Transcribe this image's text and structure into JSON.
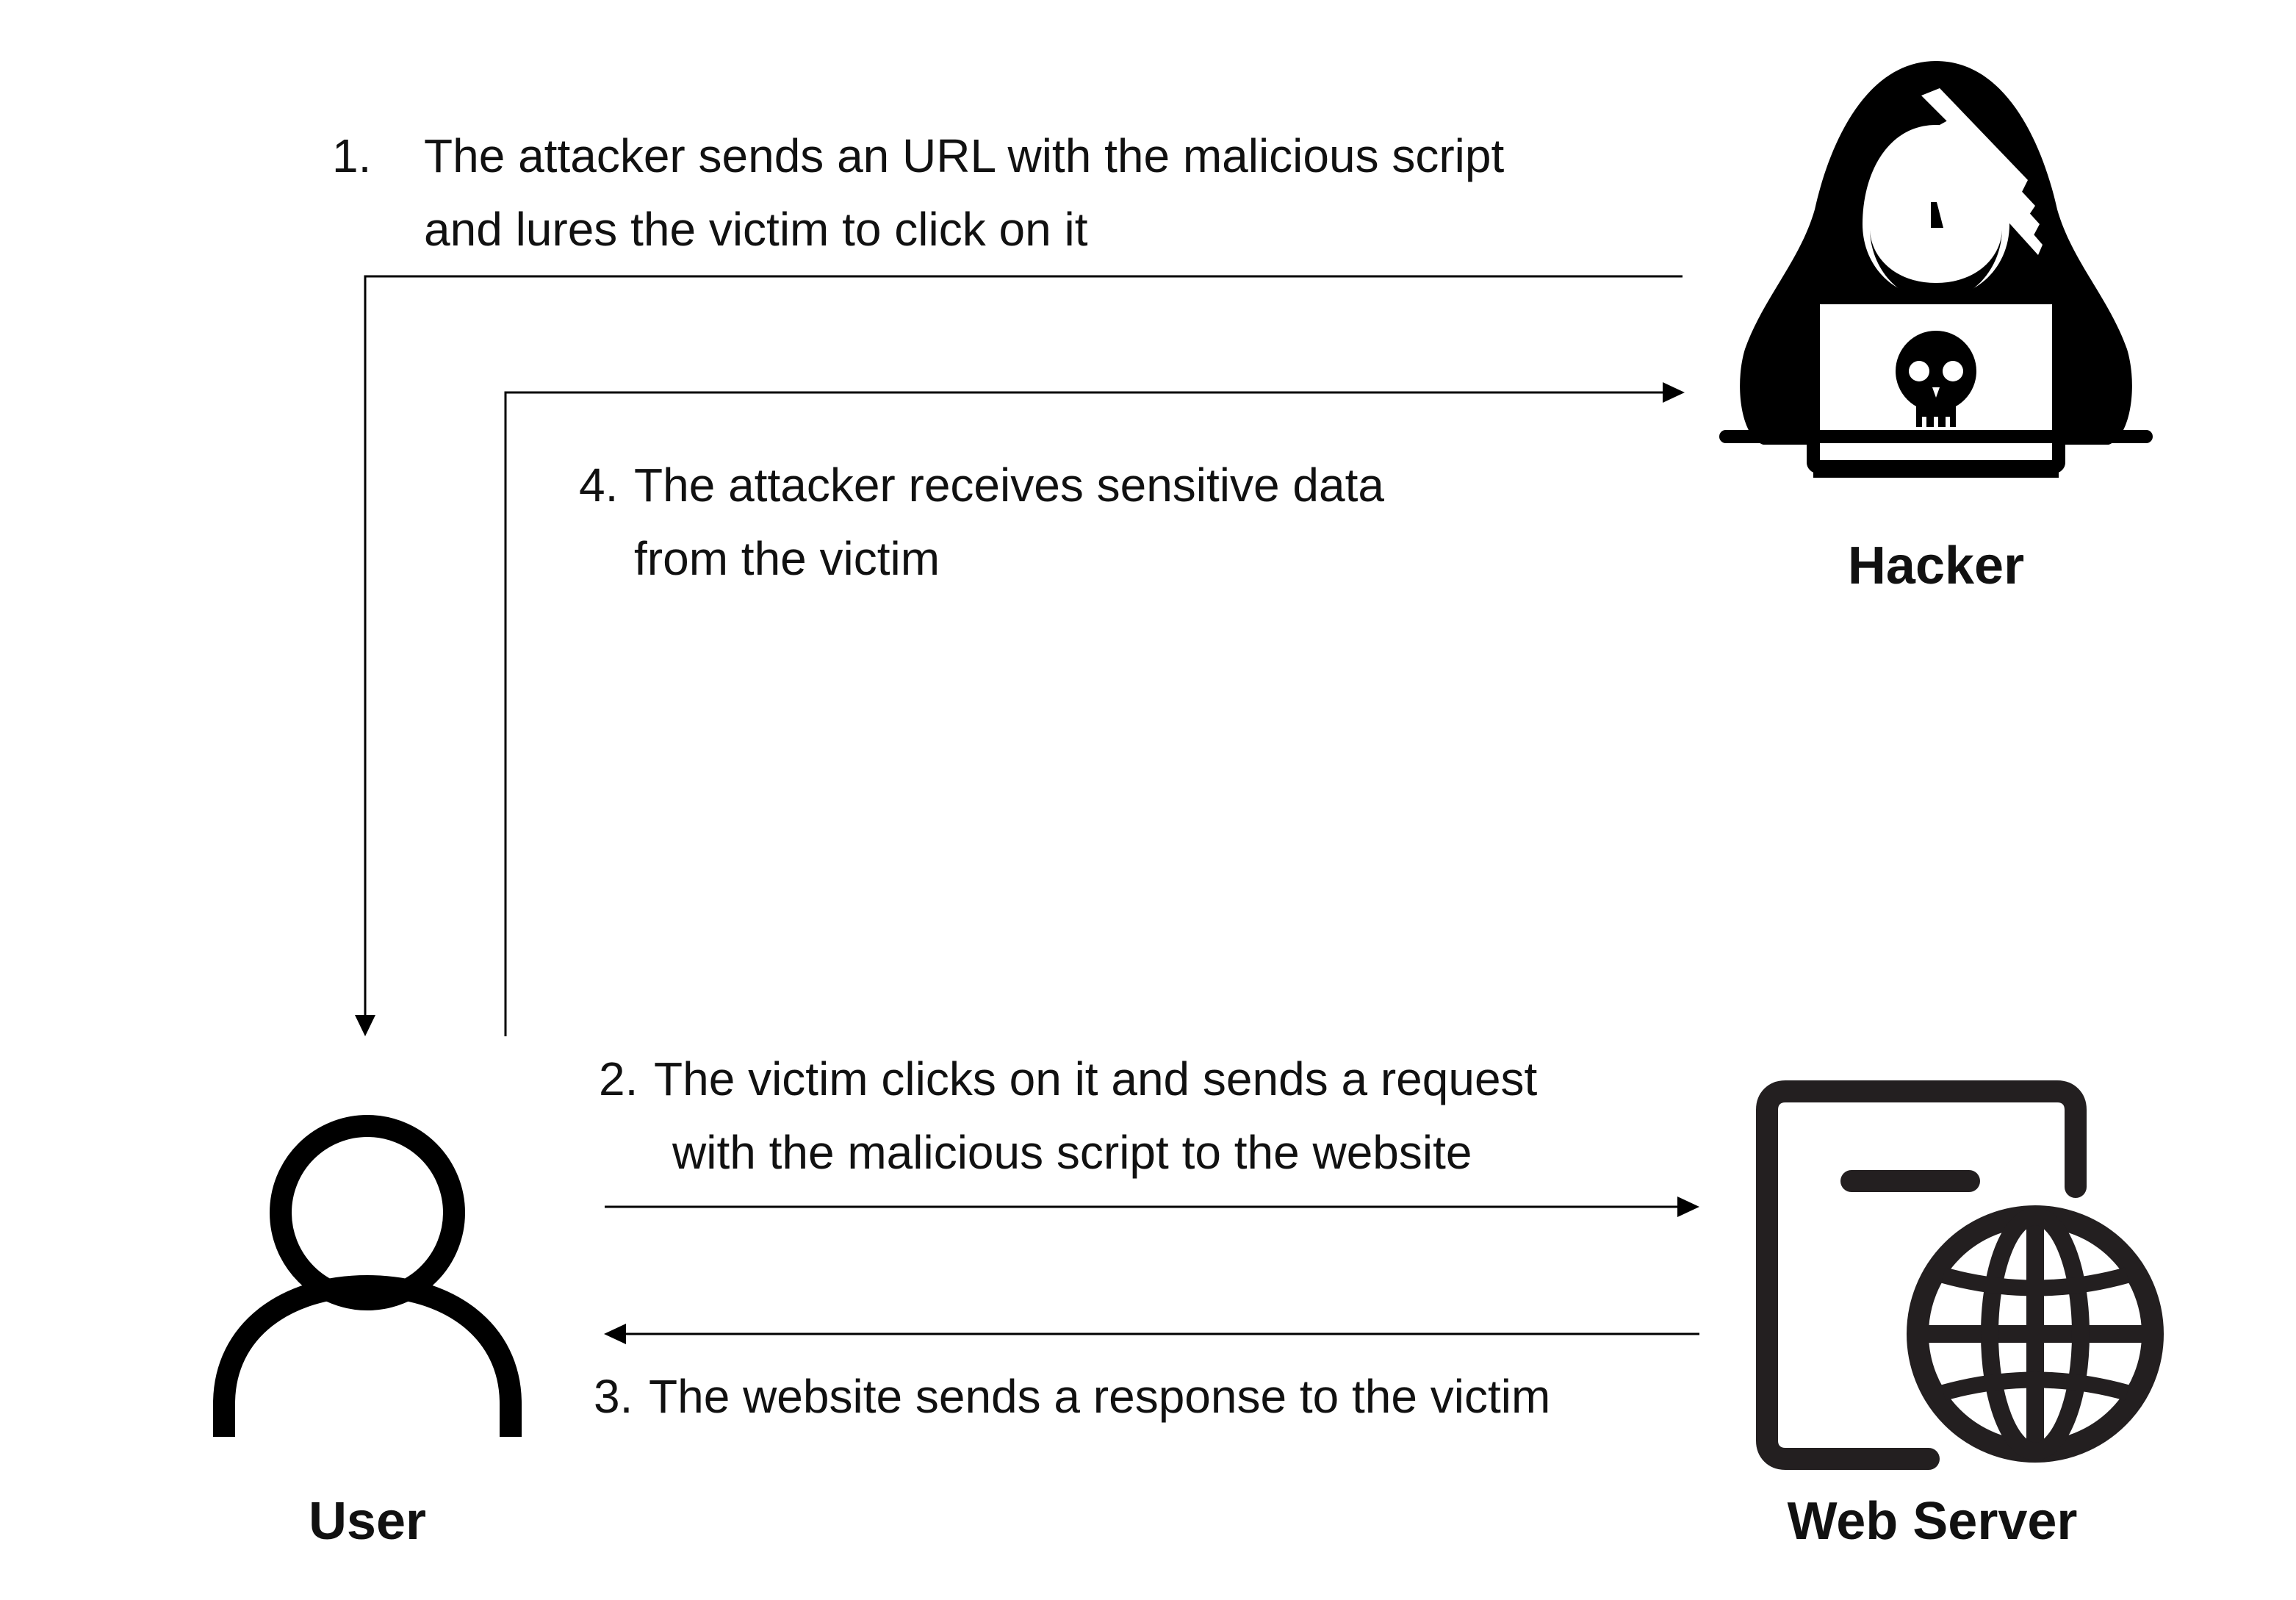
{
  "steps": {
    "step1": {
      "number": "1.",
      "line1": "The attacker sends an URL with the malicious script",
      "line2": "and lures the victim to click on it"
    },
    "step2": {
      "number": "2.",
      "line1": "The victim clicks on it and sends a request",
      "line2": "with the malicious script to the website"
    },
    "step3": {
      "number": "3.",
      "line1": "The website sends a response to the victim"
    },
    "step4": {
      "number": "4.",
      "line1": "The attacker receives sensitive data",
      "line2": "from the victim"
    }
  },
  "entities": {
    "hacker": {
      "label": "Hacker",
      "icon": "hacker-icon"
    },
    "user": {
      "label": "User",
      "icon": "user-icon"
    },
    "web_server": {
      "label": "Web Server",
      "icon": "web-server-icon"
    }
  },
  "colors": {
    "line": "#000000",
    "icon": "#000000",
    "text": "#111111",
    "background": "#ffffff"
  }
}
